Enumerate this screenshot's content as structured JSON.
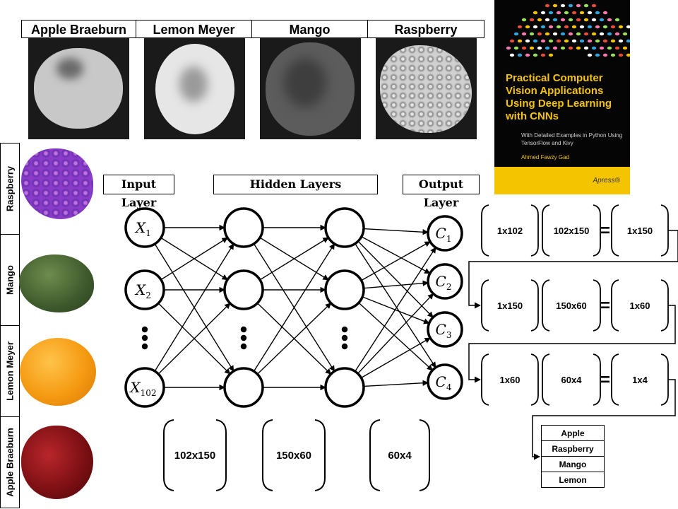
{
  "top_labels": [
    "Apple Braeburn",
    "Lemon Meyer",
    "Mango",
    "Raspberry"
  ],
  "side_labels": [
    "Raspberry",
    "Mango",
    "Lemon Meyer",
    "Apple Braeburn"
  ],
  "book": {
    "title": "Practical Computer Vision Applications Using Deep Learning with CNNs",
    "subtitle": "With Detailed Examples in Python Using TensorFlow and Kivy",
    "author": "Ahmed Fawzy Gad",
    "publisher": "Apress®"
  },
  "layers": {
    "input": "Input Layer",
    "hidden": "Hidden Layers",
    "output": "Output Layer"
  },
  "input_nodes": [
    "X",
    "X",
    "X"
  ],
  "input_subs": [
    "1",
    "2",
    "102"
  ],
  "output_nodes": [
    "C",
    "C",
    "C",
    "C"
  ],
  "output_subs": [
    "1",
    "2",
    "3",
    "4"
  ],
  "weight_matrices": [
    "102x150",
    "150x60",
    "60x4"
  ],
  "equations": [
    {
      "a": "1x102",
      "b": "102x150",
      "eq": "=",
      "c": "1x150"
    },
    {
      "a": "1x150",
      "b": "150x60",
      "eq": "=",
      "c": "1x60"
    },
    {
      "a": "1x60",
      "b": "60x4",
      "eq": "=",
      "c": "1x4"
    }
  ],
  "results": [
    "Apple",
    "Raspberry",
    "Mango",
    "Lemon"
  ]
}
